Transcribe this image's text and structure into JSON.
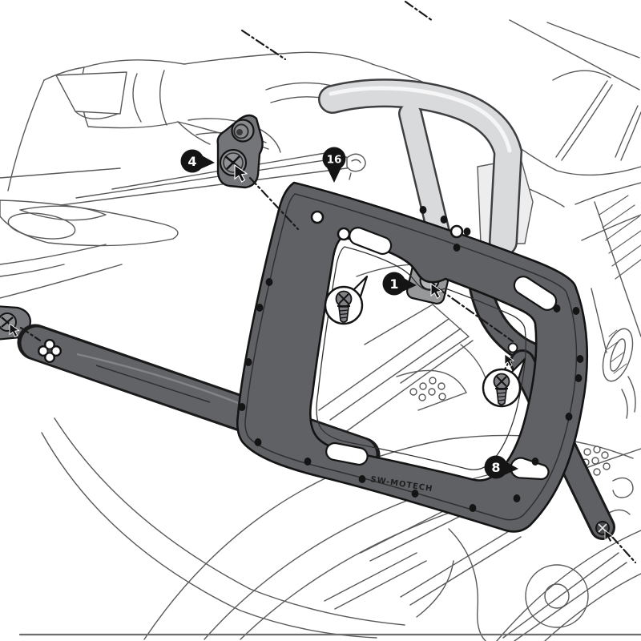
{
  "diagram": {
    "subject": "motorcycle-side-carrier-mounting-exploded-diagram",
    "background": "#ffffff",
    "brand_text": "SW-MOTECH",
    "callouts": [
      {
        "number": "4"
      },
      {
        "number": "16"
      },
      {
        "number": "1"
      },
      {
        "number": "8"
      }
    ],
    "colors": {
      "carrier_frame": "#606164",
      "support_bar": "#626366",
      "bracket": "#747578",
      "grab_handle": "#d9dadc",
      "line_art": "#595a5c",
      "callout_pin": "#141414",
      "callout_number": "#ffffff"
    },
    "icons": {
      "fastener": "screw-icon",
      "direction": "cursor-arrow-icon",
      "callout": "callout-pin-icon",
      "bar_end_hole": "clover-hole-icon",
      "pannier_slot": "keyhole-slot-icon"
    }
  }
}
